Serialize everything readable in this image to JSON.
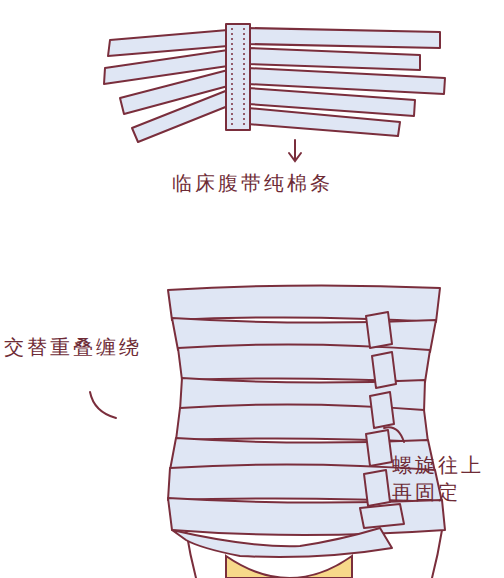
{
  "diagram": {
    "labels": [
      "临床腹带纯棉条",
      "交替重叠缠绕",
      "螺旋往上 再固定"
    ]
  }
}
